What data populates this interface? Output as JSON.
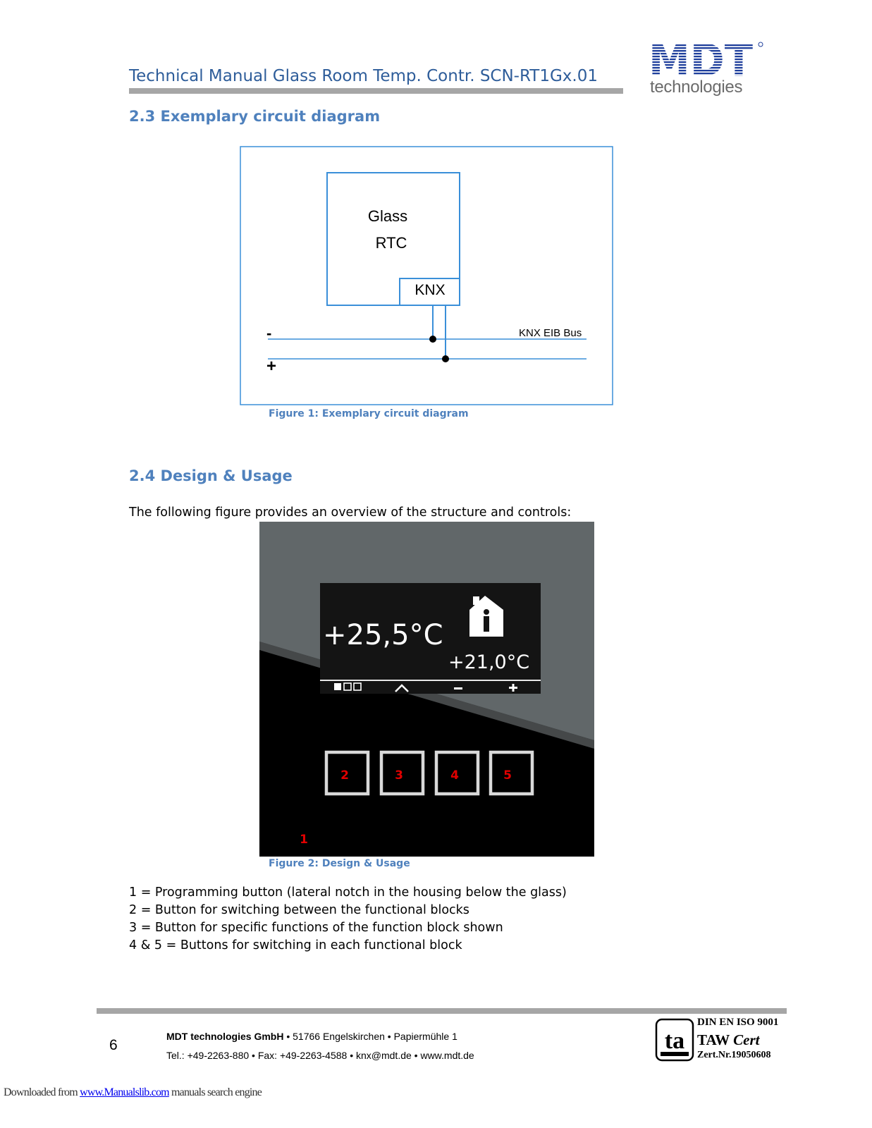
{
  "header": {
    "title": "Technical Manual Glass Room Temp. Contr. SCN-RT1Gx.01",
    "logo_mark": "MDT",
    "logo_sub": "technologies"
  },
  "section_23": {
    "heading": "2.3 Exemplary circuit diagram",
    "diagram": {
      "device_line1": "Glass",
      "device_line2": "RTC",
      "knx_label": "KNX",
      "bus_label": "KNX EIB Bus",
      "minus_label": "-",
      "plus_label": "+"
    },
    "caption": "Figure 1: Exemplary circuit diagram"
  },
  "section_24": {
    "heading": "2.4 Design & Usage",
    "intro": "The following figure provides an overview of the structure and controls:",
    "display": {
      "main_temp": "+25,5°C",
      "setpoint_temp": "+21,0°C",
      "up_symbol": "^",
      "minus_symbol": "−",
      "plus_symbol": "+",
      "button_labels": [
        "2",
        "3",
        "4",
        "5"
      ],
      "prog_label": "1"
    },
    "caption": "Figure 2: Design & Usage",
    "legend": [
      "1 = Programming button (lateral notch in the housing below the glass)",
      "2 = Button for switching between the functional blocks",
      "3 = Button for specific functions of the function block shown",
      "4 & 5 = Buttons for switching in each functional block"
    ]
  },
  "footer": {
    "page_number": "6",
    "company": "MDT technologies GmbH",
    "address1": "•  51766 Engelskirchen  •  Papiermühle 1",
    "contact": "Tel.: +49-2263-880  •  Fax: +49-2263-4588  • knx@mdt.de  •  www.mdt.de",
    "cert_line1": "DIN EN ISO 9001",
    "cert_line2_a": "TAW",
    "cert_line2_b": "Cert",
    "cert_line3": "Zert.Nr.19050608",
    "cert_logo": "ta"
  },
  "download": {
    "prefix": "Downloaded from ",
    "link": "www.Manualslib.com",
    "suffix": "  manuals search engine"
  },
  "colors": {
    "heading_blue": "#4f81bd",
    "header_blue": "#2e5d9a",
    "diagram_blue": "#3a8fd9",
    "logo_blue": "#1f3f9c",
    "label_red": "#e00000"
  }
}
